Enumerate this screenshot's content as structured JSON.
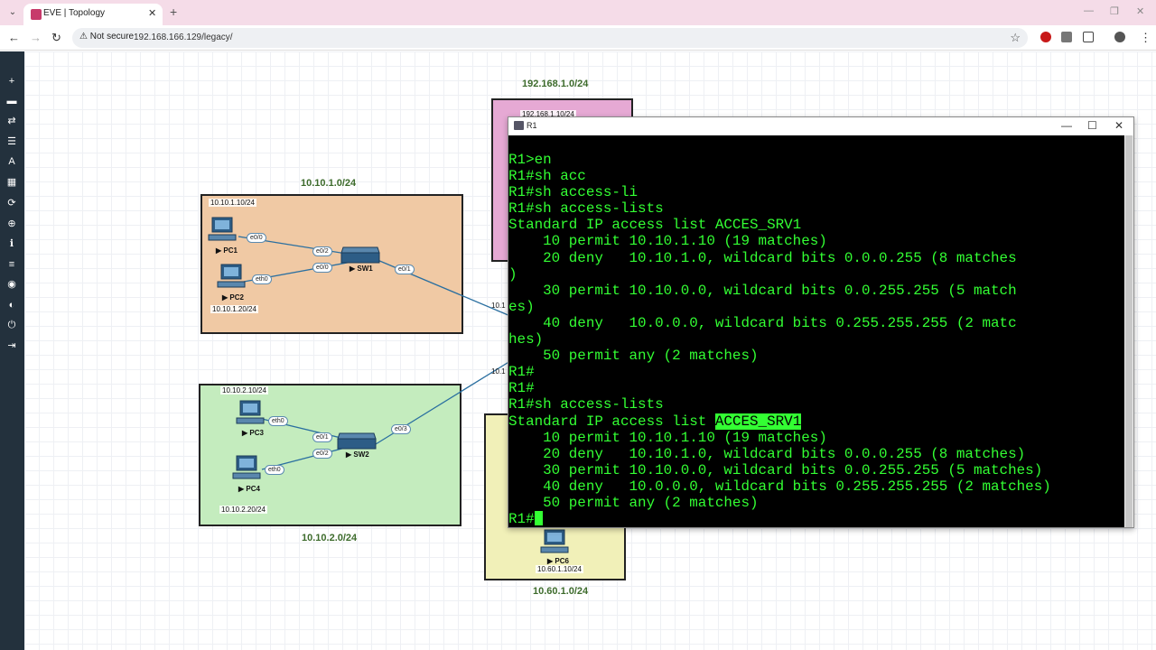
{
  "browser": {
    "tab_title": "EVE | Topology",
    "url_warning": "Not secure",
    "url": "192.168.166.129/legacy/"
  },
  "topology": {
    "networks": [
      {
        "label": "10.10.1.0/24",
        "color": "#f0c9a4"
      },
      {
        "label": "10.10.2.0/24",
        "color": "#c4ecbe"
      },
      {
        "label": "192.168.1.0/24",
        "color": "#e6a9d4"
      },
      {
        "label": "10.60.1.0/24",
        "color": "#f1f0b8"
      }
    ],
    "nodes": {
      "pc1": {
        "name": "PC1",
        "addr": "10.10.1.10/24",
        "iface": "e0/0"
      },
      "pc2": {
        "name": "PC2",
        "addr": "10.10.1.20/24",
        "iface": "eth0"
      },
      "sw1": {
        "name": "SW1",
        "ifaces": [
          "e0/2",
          "e0/0",
          "e0/1"
        ]
      },
      "pc3": {
        "name": "PC3",
        "addr": "10.10.2.10/24",
        "iface": "eth0"
      },
      "pc4": {
        "name": "PC4",
        "addr": "10.10.2.20/24",
        "iface": "eth0"
      },
      "sw2": {
        "name": "SW2",
        "ifaces": [
          "e0/1",
          "e0/2",
          "e0/3"
        ]
      },
      "pc6": {
        "name": "PC6",
        "addr": "10.60.1.10/24"
      },
      "r1_partial": {
        "addr_top": "192.168.1.10/24",
        "link1": "10.1",
        "link2": "10.1"
      }
    }
  },
  "terminal": {
    "title": "R1",
    "accent": "#33ff33",
    "lines": [
      "R1>en",
      "R1#sh acc",
      "R1#sh access-li",
      "R1#sh access-lists",
      "Standard IP access list ACCES_SRV1",
      "    10 permit 10.10.1.10 (19 matches)",
      "    20 deny   10.10.1.0, wildcard bits 0.0.0.255 (8 matches",
      ")",
      "    30 permit 10.10.0.0, wildcard bits 0.0.255.255 (5 match",
      "es)",
      "    40 deny   10.0.0.0, wildcard bits 0.255.255.255 (2 matc",
      "hes)",
      "    50 permit any (2 matches)",
      "R1#",
      "R1#",
      "R1#sh access-lists",
      "Standard IP access list ",
      "    10 permit 10.10.1.10 (19 matches)",
      "    20 deny   10.10.1.0, wildcard bits 0.0.0.255 (8 matches)",
      "    30 permit 10.10.0.0, wildcard bits 0.0.255.255 (5 matches)",
      "    40 deny   10.0.0.0, wildcard bits 0.255.255.255 (2 matches)",
      "    50 permit any (2 matches)",
      "R1#"
    ],
    "highlighted": "ACCES_SRV1"
  }
}
